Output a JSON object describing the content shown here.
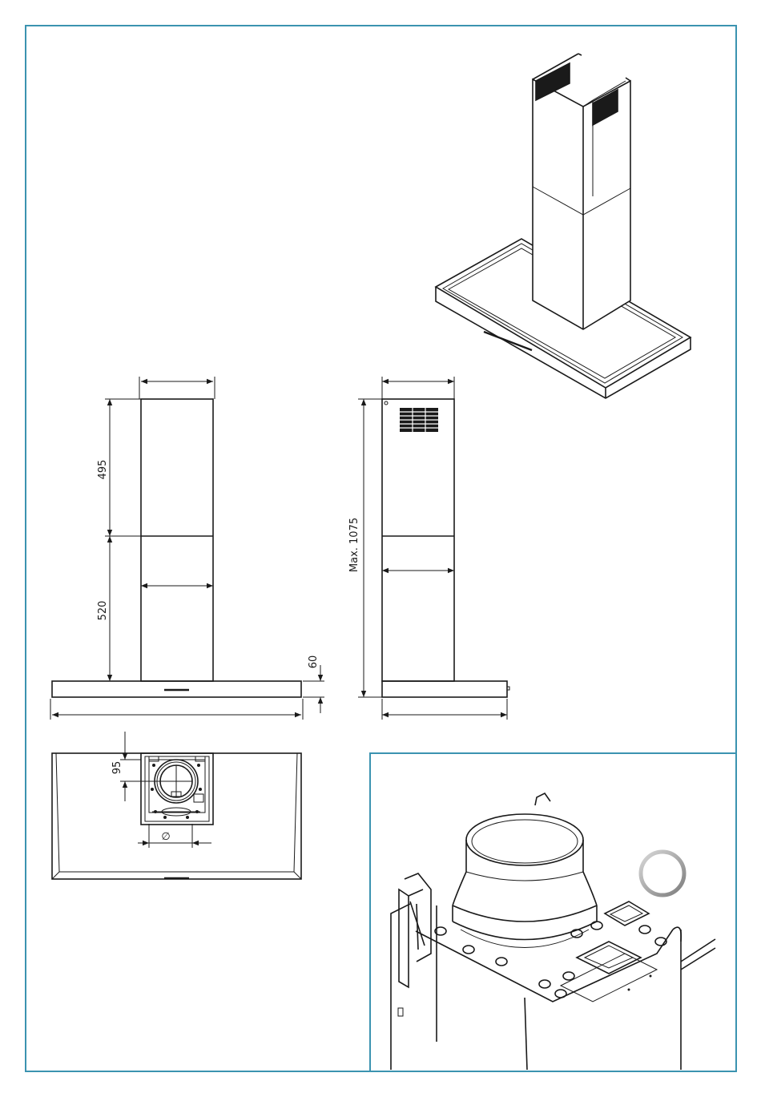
{
  "frame_color": "#3b93b0",
  "dimensions": {
    "upper_chimney": "495",
    "lower_chimney": "520",
    "canopy_thickness": "60",
    "max_height": "Max. 1075",
    "outlet_offset": "95",
    "outlet_diameter_symbol": "∅"
  }
}
